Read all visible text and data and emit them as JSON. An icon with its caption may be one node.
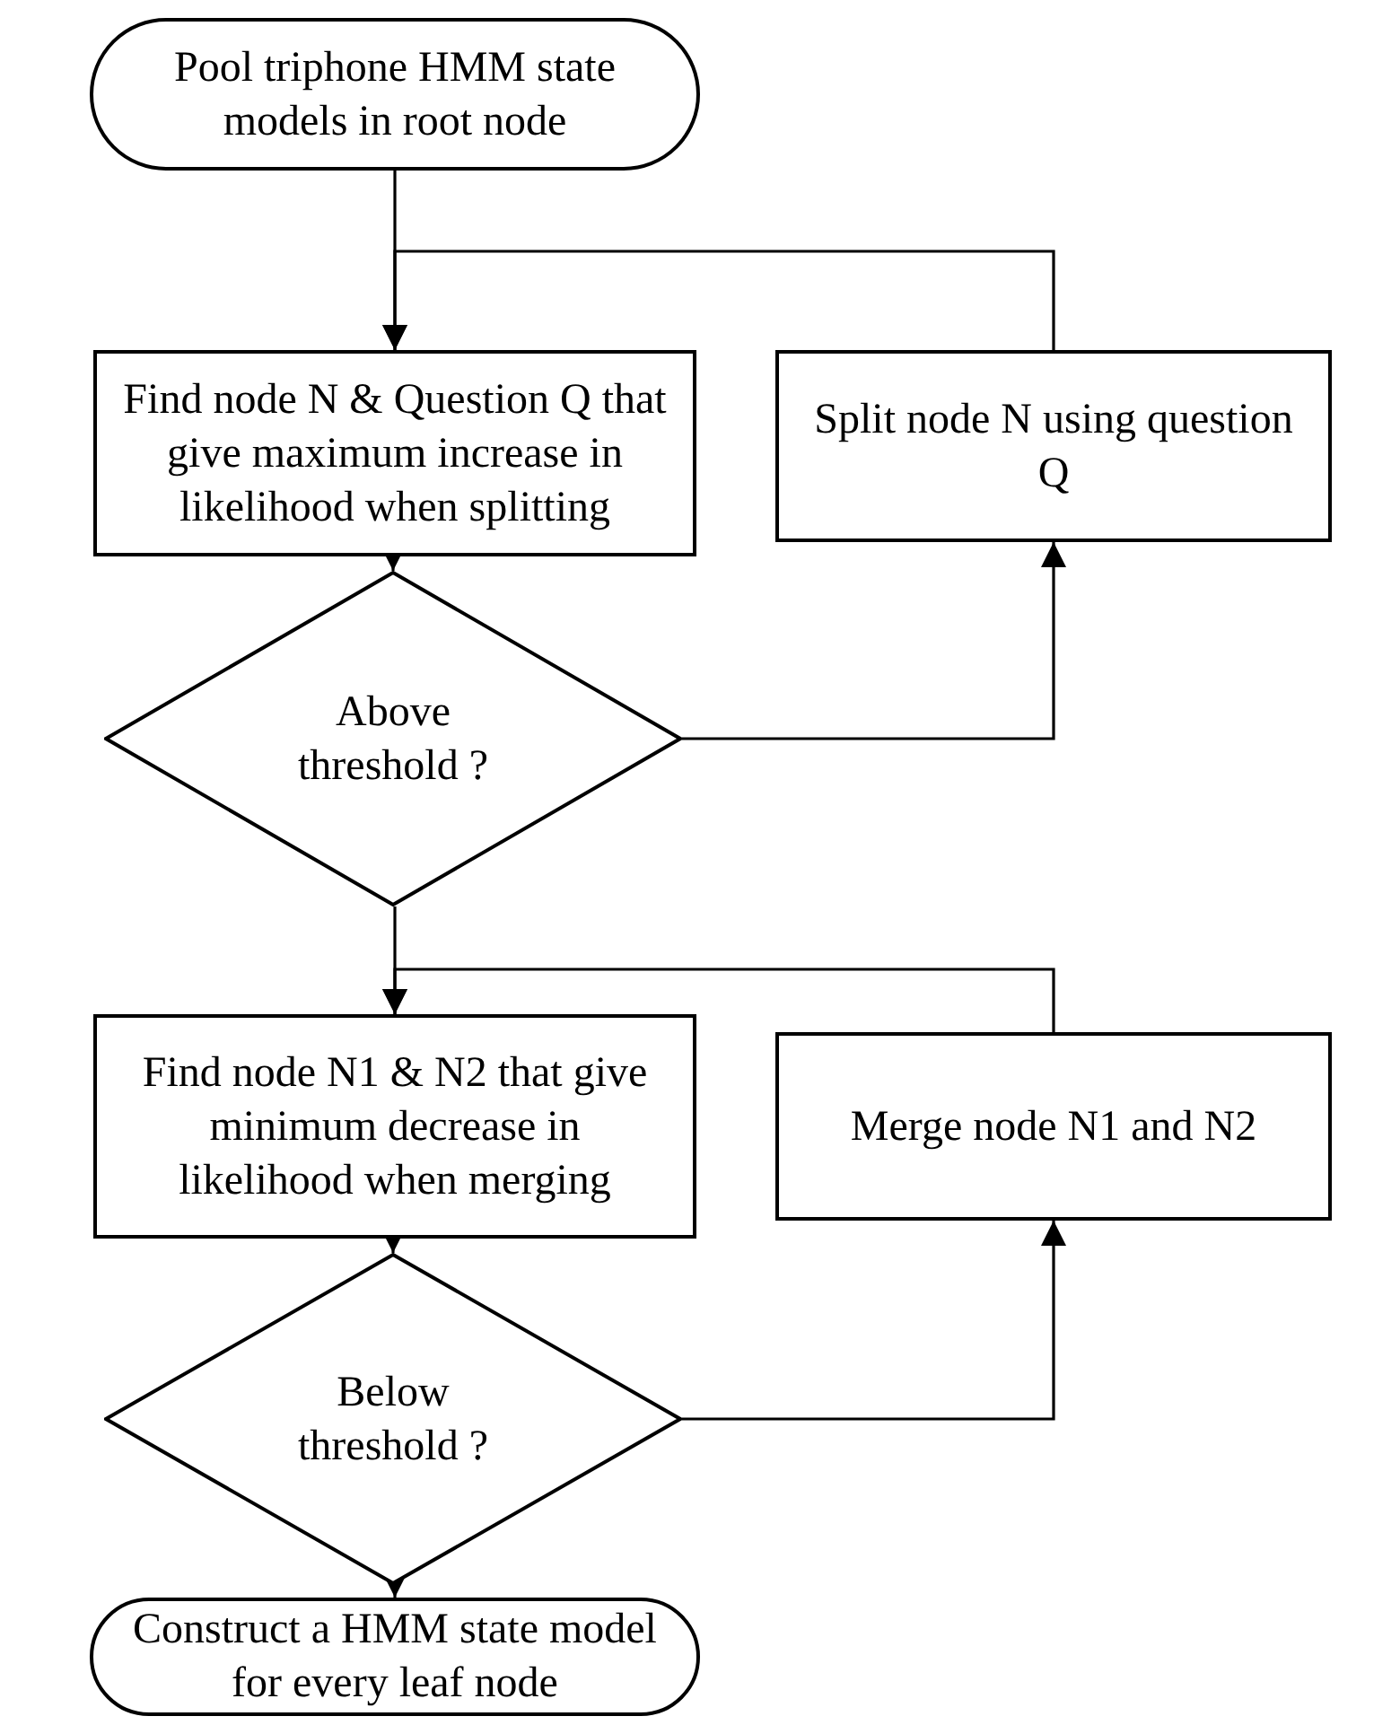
{
  "diagram": {
    "nodes": [
      {
        "text": [
          "Pool triphone HMM state models in root node"
        ]
      },
      {
        "text": [
          "Find node N & Question Q that give maximum increase in likelihood when splitting"
        ]
      },
      {
        "text": [
          "Above threshold ?"
        ]
      },
      {
        "text": [
          "Split node N using question Q"
        ]
      },
      {
        "text": [
          "Find node N1 & N2 that give minimum decrease in likelihood when merging"
        ]
      },
      {
        "text": [
          "Merge node N1 and N2"
        ]
      },
      {
        "text": [
          "Below threshold ?"
        ]
      },
      {
        "text": [
          "Construct a HMM state model for every leaf node"
        ]
      }
    ],
    "edges": [
      {
        "from": 0,
        "to": 1,
        "arrow": "to"
      },
      {
        "from": 3,
        "to": 1,
        "arrow": "to"
      },
      {
        "from": 1,
        "to": 2,
        "arrow": "to"
      },
      {
        "from": 2,
        "to": 3,
        "arrow": "to"
      },
      {
        "from": 2,
        "to": 4,
        "arrow": "to"
      },
      {
        "from": 5,
        "to": 4,
        "arrow": "to"
      },
      {
        "from": 4,
        "to": 6,
        "arrow": "to"
      },
      {
        "from": 6,
        "to": 5,
        "arrow": "to"
      },
      {
        "from": 6,
        "to": 7,
        "arrow": "to"
      }
    ]
  }
}
